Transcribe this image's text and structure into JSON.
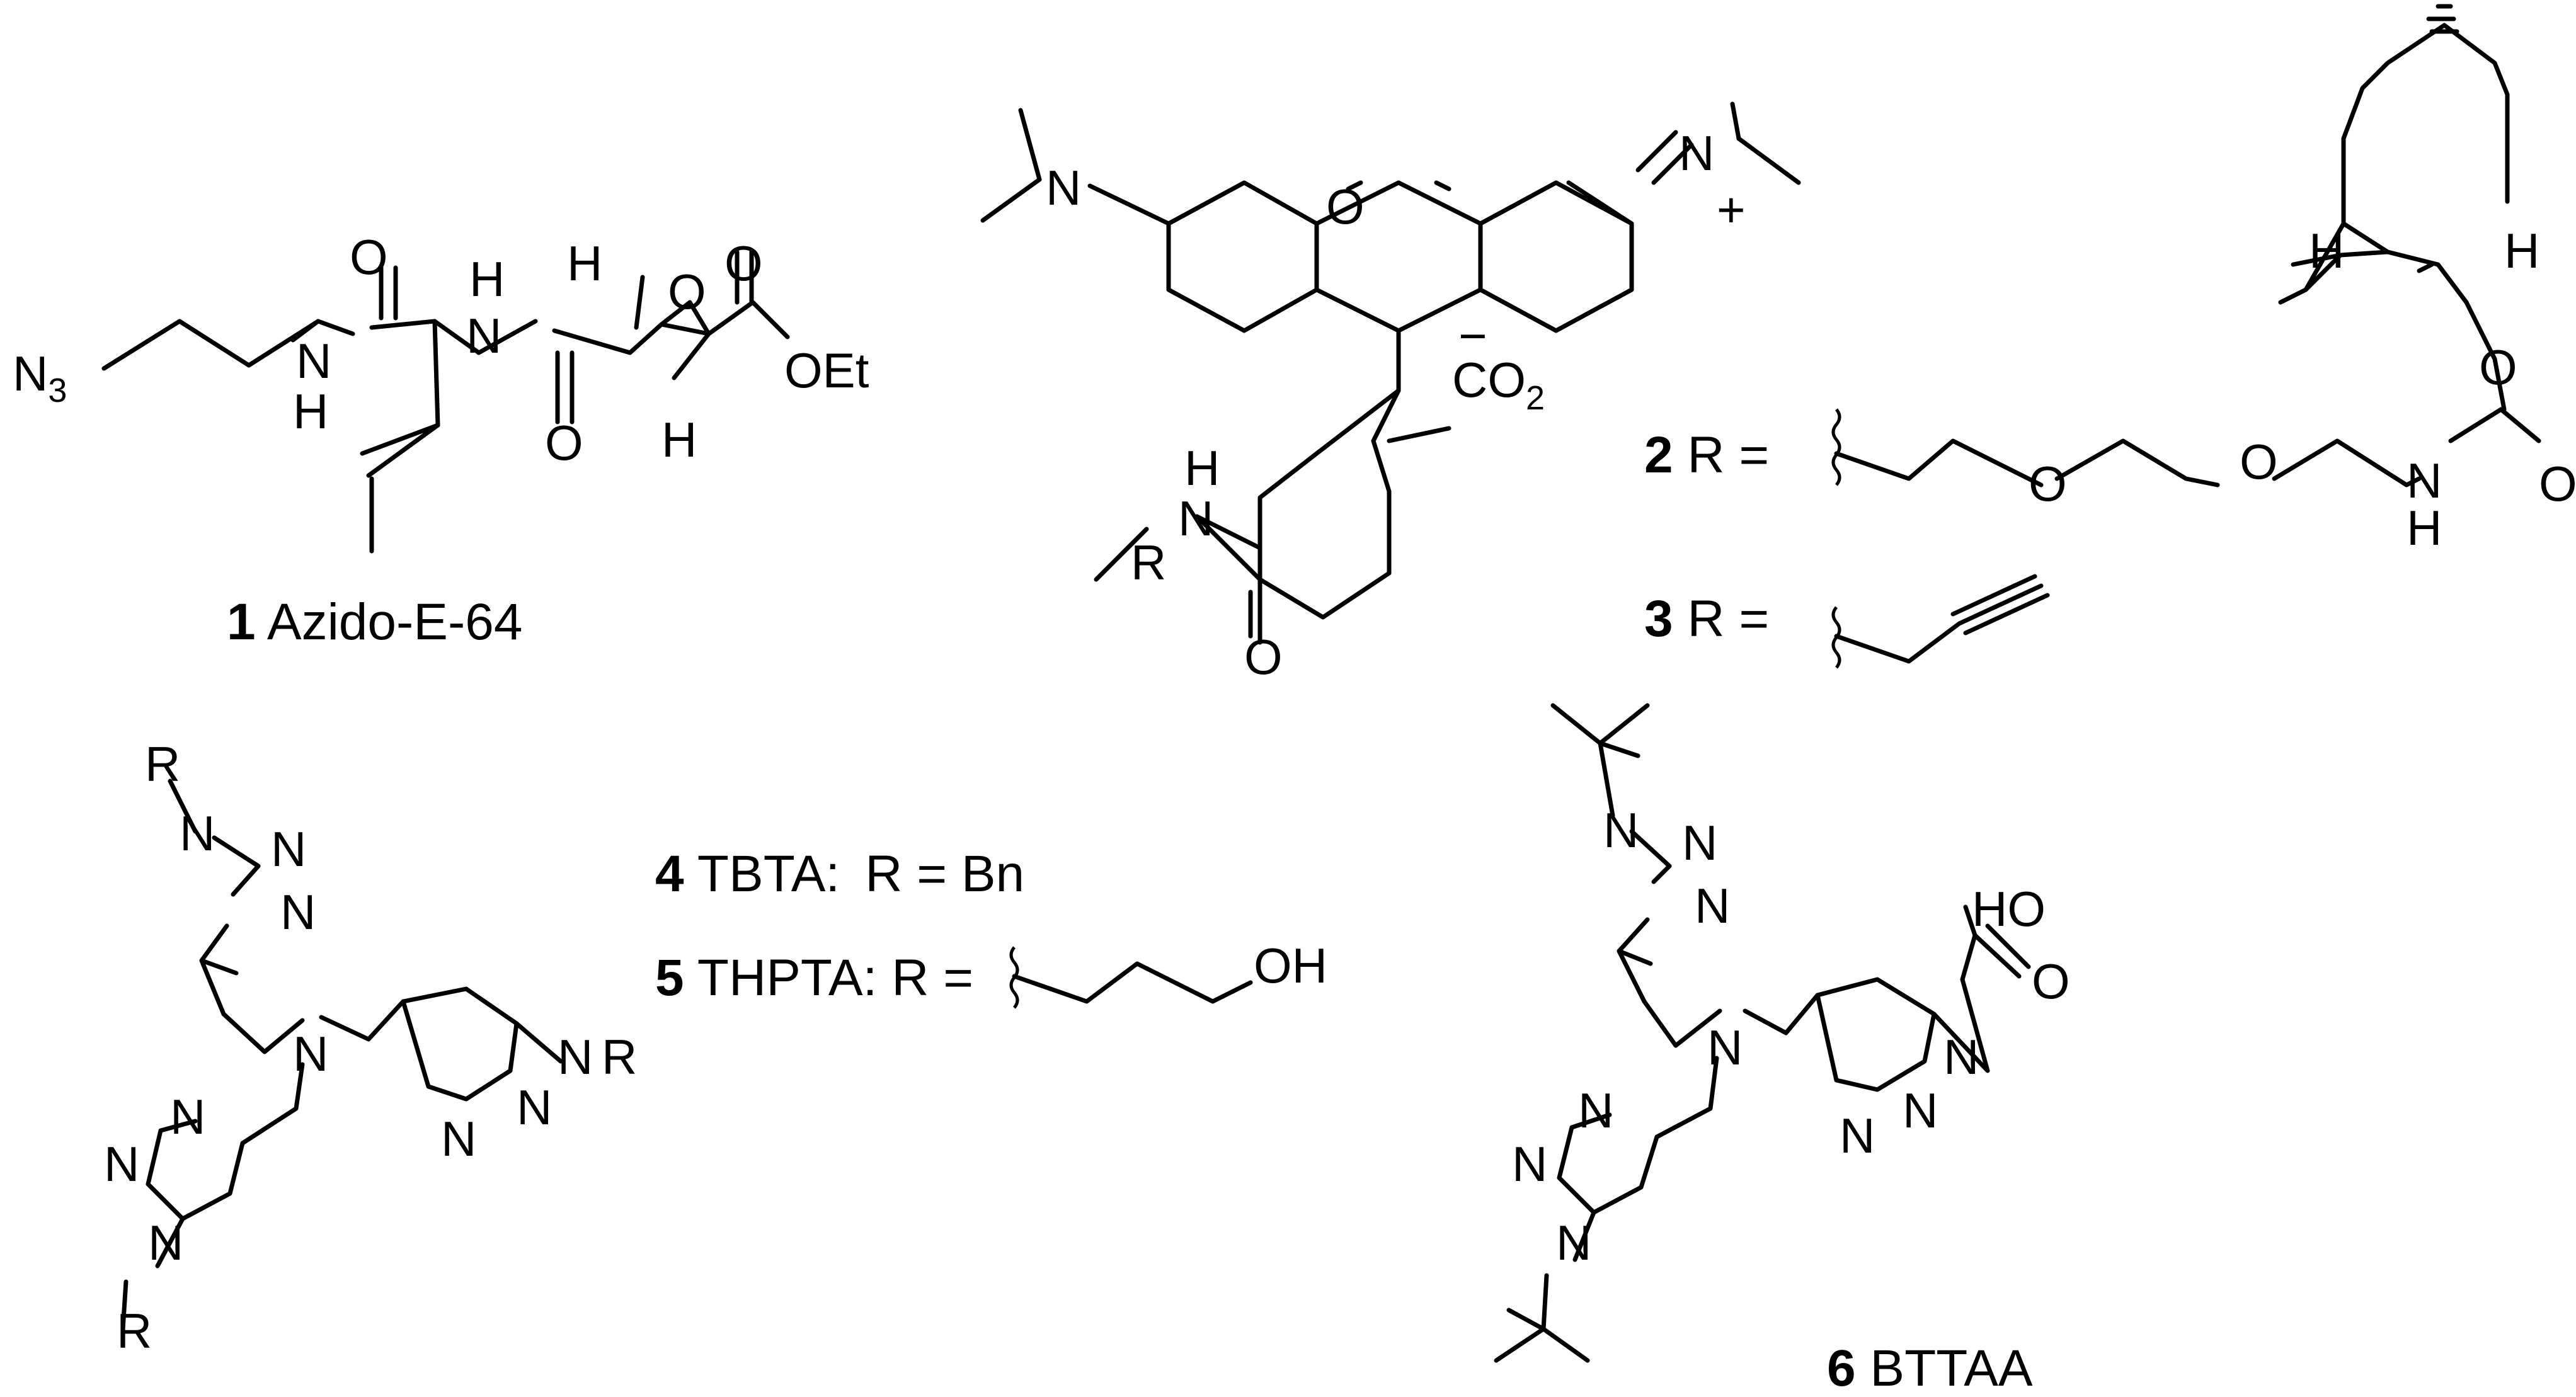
{
  "compounds": {
    "c1": {
      "number": "1",
      "name": "Azido-E-64"
    },
    "c2": {
      "number": "2",
      "rlabel": "R ="
    },
    "c3": {
      "number": "3",
      "rlabel": "R ="
    },
    "c4": {
      "number": "4",
      "name": "TBTA:",
      "rdef": "R = Bn"
    },
    "c5": {
      "number": "5",
      "name": "THPTA:",
      "rlabel": "R ="
    },
    "c6": {
      "number": "6",
      "name": "BTTAA"
    }
  },
  "atoms": {
    "N": "N",
    "N3": "N",
    "three": "3",
    "H": "H",
    "O": "O",
    "OEt": "OEt",
    "OH": "OH",
    "HO": "HO",
    "CO": "CO",
    "two": "2",
    "R": "R",
    "plus": "+",
    "minus": "−"
  }
}
